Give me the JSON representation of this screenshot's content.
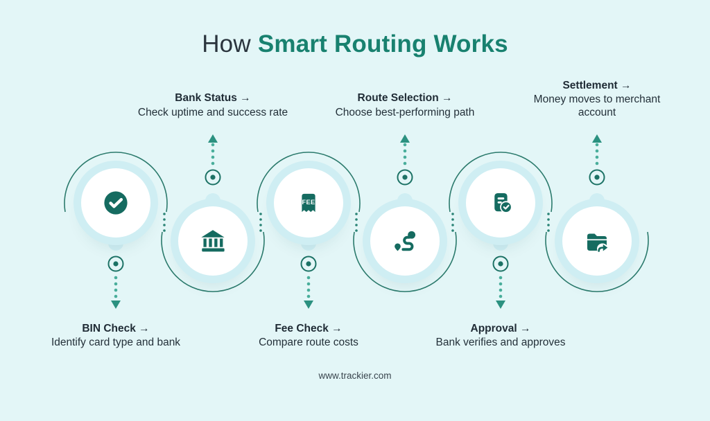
{
  "title": {
    "prefix": "How",
    "highlight": "Smart Routing Works"
  },
  "steps": [
    {
      "label": "BIN Check →",
      "description": "Identify card type and bank",
      "icon": "check-circle-icon",
      "circle_row": "top",
      "label_position": "below"
    },
    {
      "label": "Bank Status →",
      "description": "Check uptime and success rate",
      "icon": "bank-icon",
      "circle_row": "bottom",
      "label_position": "above"
    },
    {
      "label": "Fee Check →",
      "description": "Compare route costs",
      "icon": "fee-tag-icon",
      "circle_row": "top",
      "label_position": "below"
    },
    {
      "label": "Route Selection →",
      "description": "Choose best-performing path",
      "icon": "route-icon",
      "circle_row": "bottom",
      "label_position": "above"
    },
    {
      "label": "Approval →",
      "description": "Bank verifies and approves",
      "icon": "document-check-icon",
      "circle_row": "top",
      "label_position": "below"
    },
    {
      "label": "Settlement →",
      "description": "Money moves to merchant account",
      "icon": "folder-transfer-icon",
      "circle_row": "bottom",
      "label_position": "above"
    }
  ],
  "footer": {
    "website": "www.trackier.com"
  },
  "colors": {
    "background": "#e3f6f7",
    "title_teal": "#18816f",
    "icon_teal": "#156b60",
    "dark_text": "#233039",
    "halo": "#cfeef3",
    "arc": "#2b7a6c",
    "connector_dot": "#49ae9b",
    "arrowhead": "#2b9180"
  }
}
